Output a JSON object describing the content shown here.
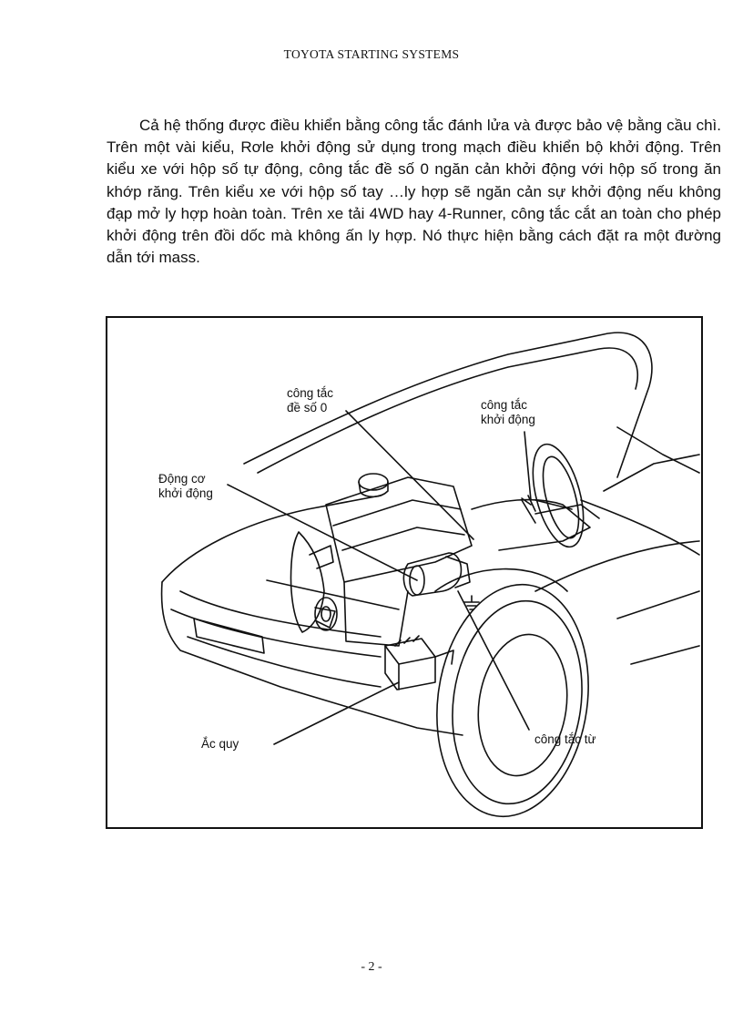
{
  "header": {
    "title": "TOYOTA STARTING SYSTEMS"
  },
  "body": {
    "paragraph": "Cả hệ thống được điều khiển bằng công tắc đánh lửa và được bảo vệ bằng cầu chì. Trên một vài kiểu, Rơle khởi động sử dụng trong mạch điều khiển bộ khởi động. Trên kiểu xe với hộp số tự động, công tắc đề số 0 ngăn cản khởi động với  hộp số trong ăn khớp răng. Trên kiểu xe với hộp số tay …ly hợp sẽ ngăn cản sự khởi động nếu không đạp mở ly hợp hoàn toàn. Trên xe tải 4WD hay 4-Runner, công tắc cắt  an toàn cho phép khởi động trên đồi dốc mà không ấn ly hợp. Nó thực hiện bằng cách đặt ra một đường dẫn tới mass."
  },
  "figure": {
    "labels": {
      "neutral_switch": "công tắc\nđề số 0",
      "starter_switch": "công tắc\nkhởi động",
      "starter_motor": "Động cơ\nkhởi động",
      "battery": "Ắc quy",
      "solenoid": "công tắc từ"
    }
  },
  "footer": {
    "page_number": "- 2 -"
  }
}
